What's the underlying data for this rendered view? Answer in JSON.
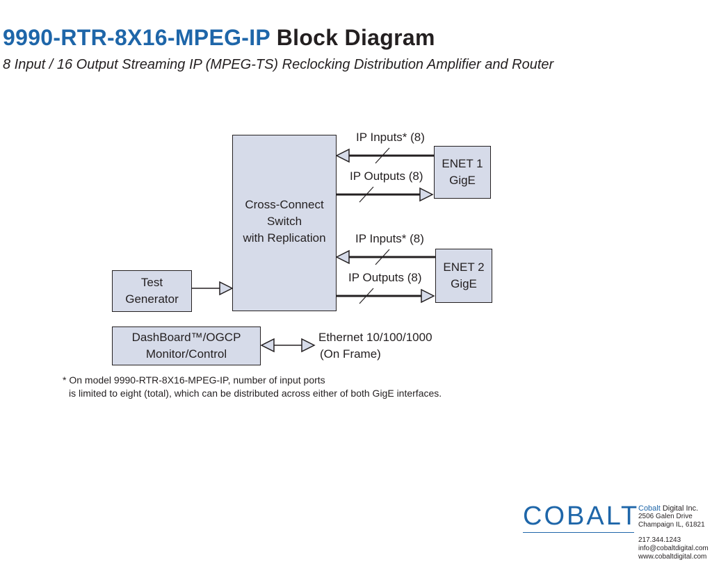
{
  "header": {
    "title_model": "9990-RTR-8X16-MPEG-IP",
    "title_suffix": "Block Diagram",
    "subtitle": "8 Input / 16 Output Streaming IP (MPEG-TS) Reclocking Distribution Amplifier and Router"
  },
  "diagram": {
    "switch": {
      "lines": [
        "Cross-Connect",
        "Switch",
        "with Replication"
      ]
    },
    "test_generator": {
      "lines": [
        "Test",
        "Generator"
      ]
    },
    "enet1": {
      "lines": [
        "ENET 1",
        "GigE"
      ]
    },
    "enet2": {
      "lines": [
        "ENET 2",
        "GigE"
      ]
    },
    "dashboard": {
      "lines": [
        "DashBoard™/OGCP",
        "Monitor/Control"
      ]
    },
    "enet1_input_label": "IP Inputs* (8)",
    "enet1_output_label": "IP Outputs (8)",
    "enet2_input_label": "IP Inputs* (8)",
    "enet2_output_label": "IP Outputs (8)",
    "ethernet_label": [
      "Ethernet 10/100/1000",
      "(On Frame)"
    ]
  },
  "footnote": [
    "* On model 9990-RTR-8X16-MPEG-IP, number of input ports",
    "is limited to eight (total), which can be distributed across either of both GigE interfaces."
  ],
  "company": {
    "logo_text": "COBALT",
    "name_blue": "Cobalt",
    "name_rest": " Digital Inc.",
    "address_line1": "2506 Galen Drive",
    "address_line2": "Champaign IL, 61821",
    "phone": "217.344.1243",
    "email": "info@cobaltdigital.com",
    "web": "www.cobaltdigital.com"
  },
  "colors": {
    "accent": "#1e66a9",
    "box_fill": "#d6dbe9",
    "text": "#231f20"
  }
}
